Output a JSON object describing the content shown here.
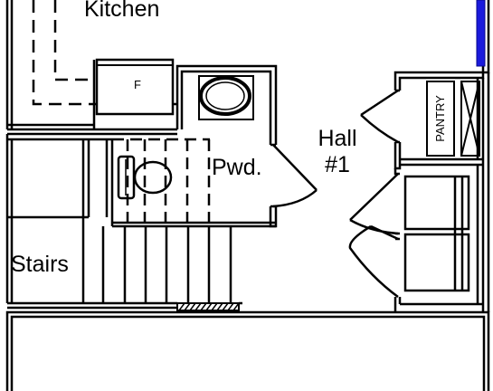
{
  "rooms": {
    "kitchen": "Kitchen",
    "powder": "Pwd.",
    "hall_line1": "Hall",
    "hall_line2": "#1",
    "stairs": "Stairs",
    "pantry": "PANTRY"
  },
  "fixtures": {
    "fridge_label": "F"
  },
  "colors": {
    "line": "#000000",
    "background": "#ffffff",
    "selection_accent": "#1a1adc"
  }
}
